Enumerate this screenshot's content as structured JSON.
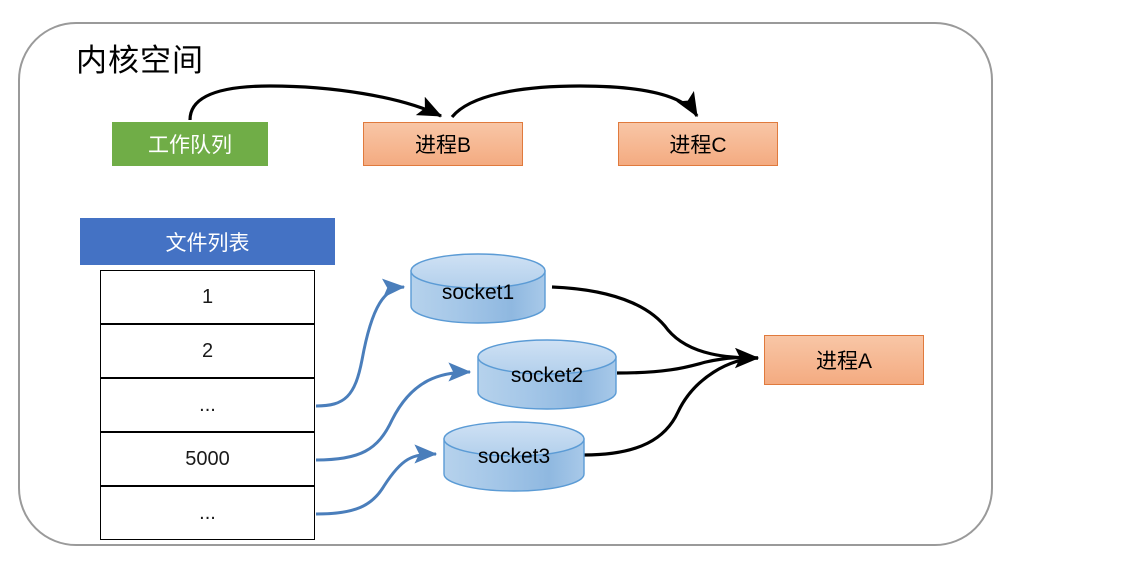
{
  "diagram": {
    "title": "内核空间",
    "frame_border_color": "#9a9a9a",
    "nodes": {
      "work_queue": {
        "label": "工作队列",
        "fill": "#70ad47",
        "text_color": "#ffffff"
      },
      "process_b": {
        "label": "进程B",
        "fill": "#f4ab81",
        "border": "#e07a3d"
      },
      "process_c": {
        "label": "进程C",
        "fill": "#f4ab81",
        "border": "#e07a3d"
      },
      "process_a": {
        "label": "进程A",
        "fill": "#f4ab81",
        "border": "#e07a3d"
      }
    },
    "file_list": {
      "header": "文件列表",
      "header_fill": "#4472c4",
      "rows": [
        "1",
        "2",
        "...",
        "5000",
        "..."
      ]
    },
    "sockets": [
      {
        "label": "socket1",
        "fill": "#9dc3e6"
      },
      {
        "label": "socket2",
        "fill": "#9dc3e6"
      },
      {
        "label": "socket3",
        "fill": "#9dc3e6"
      }
    ],
    "connectors": {
      "black_arrow_color": "#000000",
      "blue_arrow_color": "#4a7ebb",
      "edges": [
        {
          "from": "work_queue",
          "to": "process_b",
          "color": "#000000"
        },
        {
          "from": "process_b",
          "to": "process_c",
          "color": "#000000"
        },
        {
          "from": "file_list_row_3",
          "to": "socket1",
          "color": "#4a7ebb"
        },
        {
          "from": "file_list_row_4",
          "to": "socket2",
          "color": "#4a7ebb"
        },
        {
          "from": "file_list_row_5",
          "to": "socket3",
          "color": "#4a7ebb"
        },
        {
          "from": "socket1",
          "to": "process_a",
          "color": "#000000"
        },
        {
          "from": "socket2",
          "to": "process_a",
          "color": "#000000"
        },
        {
          "from": "socket3",
          "to": "process_a",
          "color": "#000000"
        }
      ]
    }
  }
}
